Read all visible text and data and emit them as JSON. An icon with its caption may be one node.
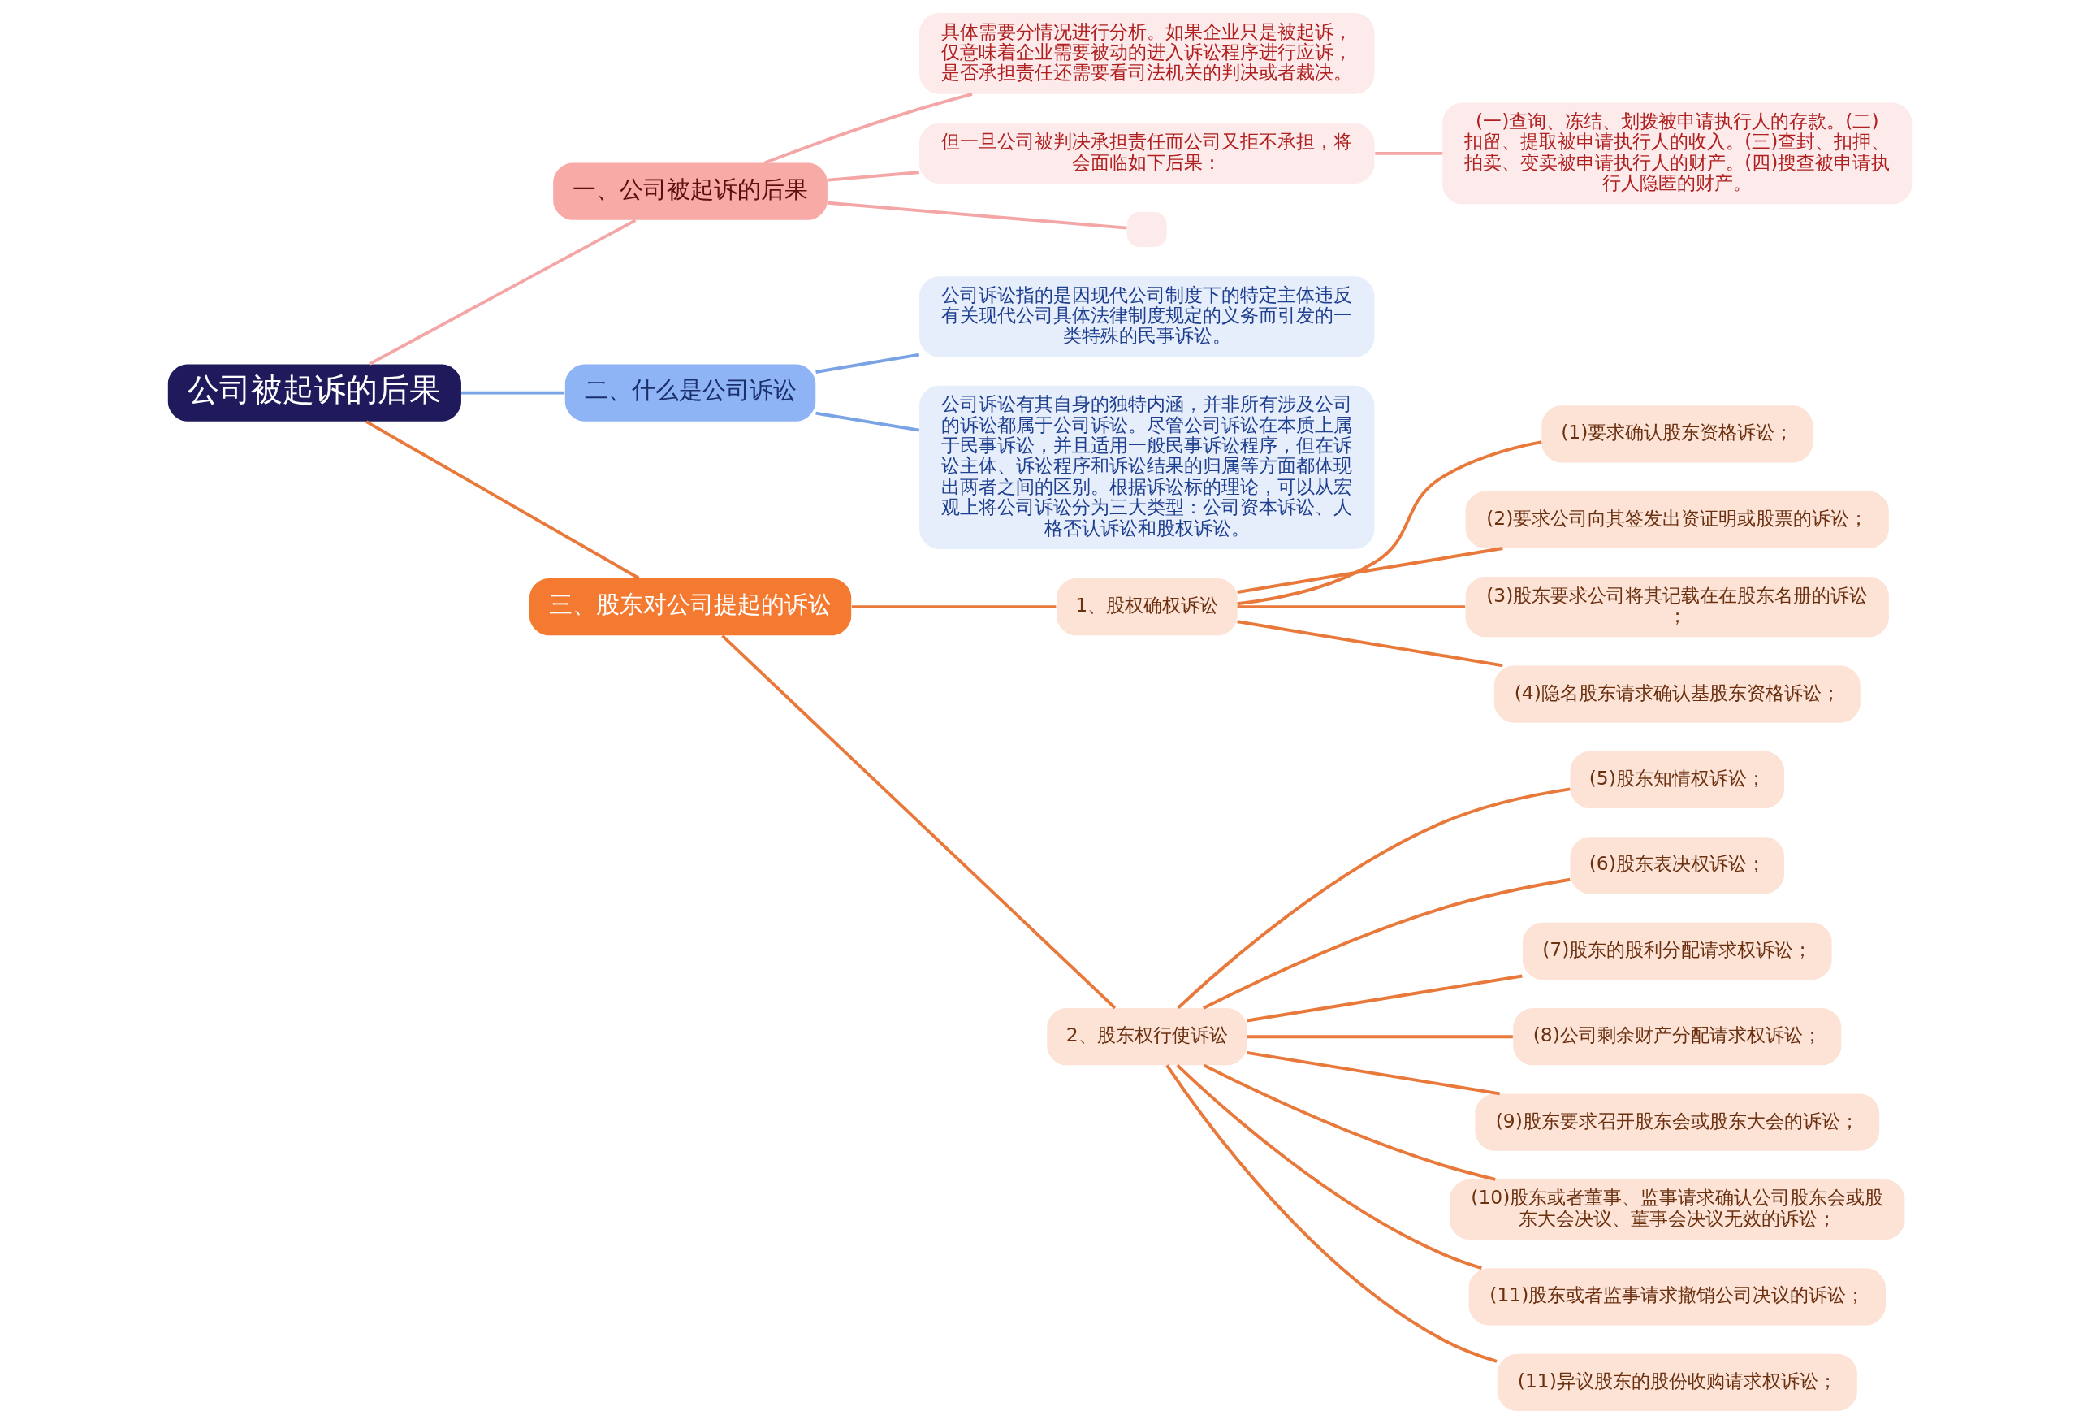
{
  "diagram": {
    "nodes": [
      {
        "text": [
          "公司被起诉的后果"
        ]
      },
      {
        "text": [
          "一、公司被起诉的后果"
        ]
      },
      {
        "text": [
          "具体需要分情况进行分析。如果企业只是被起诉，仅意味着企业需要被动的进入诉讼程序进行应诉，是否承担责任还需要看司法机关的判决或者裁决。"
        ]
      },
      {
        "text": [
          "但一旦公司被判决承担责任而公司又拒不承担，将会面临如下后果："
        ]
      },
      {
        "text": [
          "(一)查询、冻结、划拨被申请执行人的存款。(二)扣留、提取被申请执行人的收入。(三)查封、扣押、拍卖、变卖被申请执行人的财产。(四)搜查被申请执行人隐匿的财产。"
        ]
      },
      {
        "text": [],
        "shape": "box"
      },
      {
        "text": [
          "二、什么是公司诉讼"
        ]
      },
      {
        "text": [
          "公司诉讼指的是因现代公司制度下的特定主体违反有关现代公司具体法律制度规定的义务而引发的一类特殊的民事诉讼。"
        ]
      },
      {
        "text": [
          "公司诉讼有其自身的独特内涵，并非所有涉及公司的诉讼都属于公司诉讼。尽管公司诉讼在本质上属于民事诉讼，并且适用一般民事诉讼程序，但在诉讼主体、诉讼程序和诉讼结果的归属等方面都体现出两者之间的区别。根据诉讼标的理论，可以从宏观上将公司诉讼分为三大类型：公司资本诉讼、人格否认诉讼和股权诉讼。"
        ]
      },
      {
        "text": [
          "三、股东对公司提起的诉讼"
        ]
      },
      {
        "text": [
          "1、股权确权诉讼"
        ]
      },
      {
        "text": [
          "(1)要求确认股东资格诉讼；"
        ]
      },
      {
        "text": [
          "(2)要求公司向其签发出资证明或股票的诉讼；"
        ]
      },
      {
        "text": [
          "(3)股东要求公司将其记载在在股东名册的诉讼；"
        ]
      },
      {
        "text": [
          "(4)隐名股东请求确认基股东资格诉讼；"
        ]
      },
      {
        "text": [
          "2、股东权行使诉讼"
        ]
      },
      {
        "text": [
          "(5)股东知情权诉讼；"
        ]
      },
      {
        "text": [
          "(6)股东表决权诉讼；"
        ]
      },
      {
        "text": [
          "(7)股东的股利分配请求权诉讼；"
        ]
      },
      {
        "text": [
          "(8)公司剩余财产分配请求权诉讼；"
        ]
      },
      {
        "text": [
          "(9)股东要求召开股东会或股东大会的诉讼；"
        ]
      },
      {
        "text": [
          "(10)股东或者董事、监事请求确认公司股东会或股东大会决议、董事会决议无效的诉讼；"
        ]
      },
      {
        "text": [
          "(11)股东或者监事请求撤销公司决议的诉讼；"
        ]
      },
      {
        "text": [
          "(11)异议股东的股份收购请求权诉讼；"
        ]
      }
    ],
    "edges": [
      {
        "from": 0,
        "to": 1,
        "arrow": "none",
        "color": "#f4a6a6"
      },
      {
        "from": 1,
        "to": 2,
        "arrow": "none",
        "color": "#f4a6a6"
      },
      {
        "from": 1,
        "to": 3,
        "arrow": "none",
        "color": "#f4a6a6"
      },
      {
        "from": 3,
        "to": 4,
        "arrow": "none",
        "color": "#f4a6a6"
      },
      {
        "from": 1,
        "to": 5,
        "arrow": "none",
        "color": "#f4a6a6"
      },
      {
        "from": 0,
        "to": 6,
        "arrow": "none",
        "color": "#7aa3e5"
      },
      {
        "from": 6,
        "to": 7,
        "arrow": "none",
        "color": "#7aa3e5"
      },
      {
        "from": 6,
        "to": 8,
        "arrow": "none",
        "color": "#7aa3e5"
      },
      {
        "from": 0,
        "to": 9,
        "arrow": "none"
      },
      {
        "from": 9,
        "to": 10,
        "arrow": "none"
      },
      {
        "from": 10,
        "to": 11,
        "arrow": "none"
      },
      {
        "from": 10,
        "to": 12,
        "arrow": "none"
      },
      {
        "from": 10,
        "to": 13,
        "arrow": "none"
      },
      {
        "from": 10,
        "to": 14,
        "arrow": "none"
      },
      {
        "from": 9,
        "to": 15,
        "arrow": "none"
      },
      {
        "from": 15,
        "to": 16,
        "arrow": "none"
      },
      {
        "from": 15,
        "to": 17,
        "arrow": "none"
      },
      {
        "from": 15,
        "to": 18,
        "arrow": "none"
      },
      {
        "from": 15,
        "to": 19,
        "arrow": "none"
      },
      {
        "from": 15,
        "to": 20,
        "arrow": "none"
      },
      {
        "from": 15,
        "to": 21,
        "arrow": "none"
      },
      {
        "from": 15,
        "to": 22,
        "arrow": "none"
      },
      {
        "from": 15,
        "to": 23,
        "arrow": "none"
      }
    ]
  }
}
